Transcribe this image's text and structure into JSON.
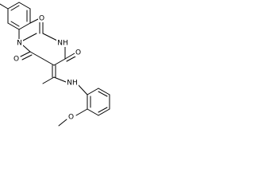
{
  "molecule": {
    "atom_labels": {
      "n1": "N",
      "nh3": "NH",
      "o2": "O",
      "o4": "O",
      "o6": "O",
      "nh_amine": "NH",
      "o_methoxy": "O"
    }
  }
}
